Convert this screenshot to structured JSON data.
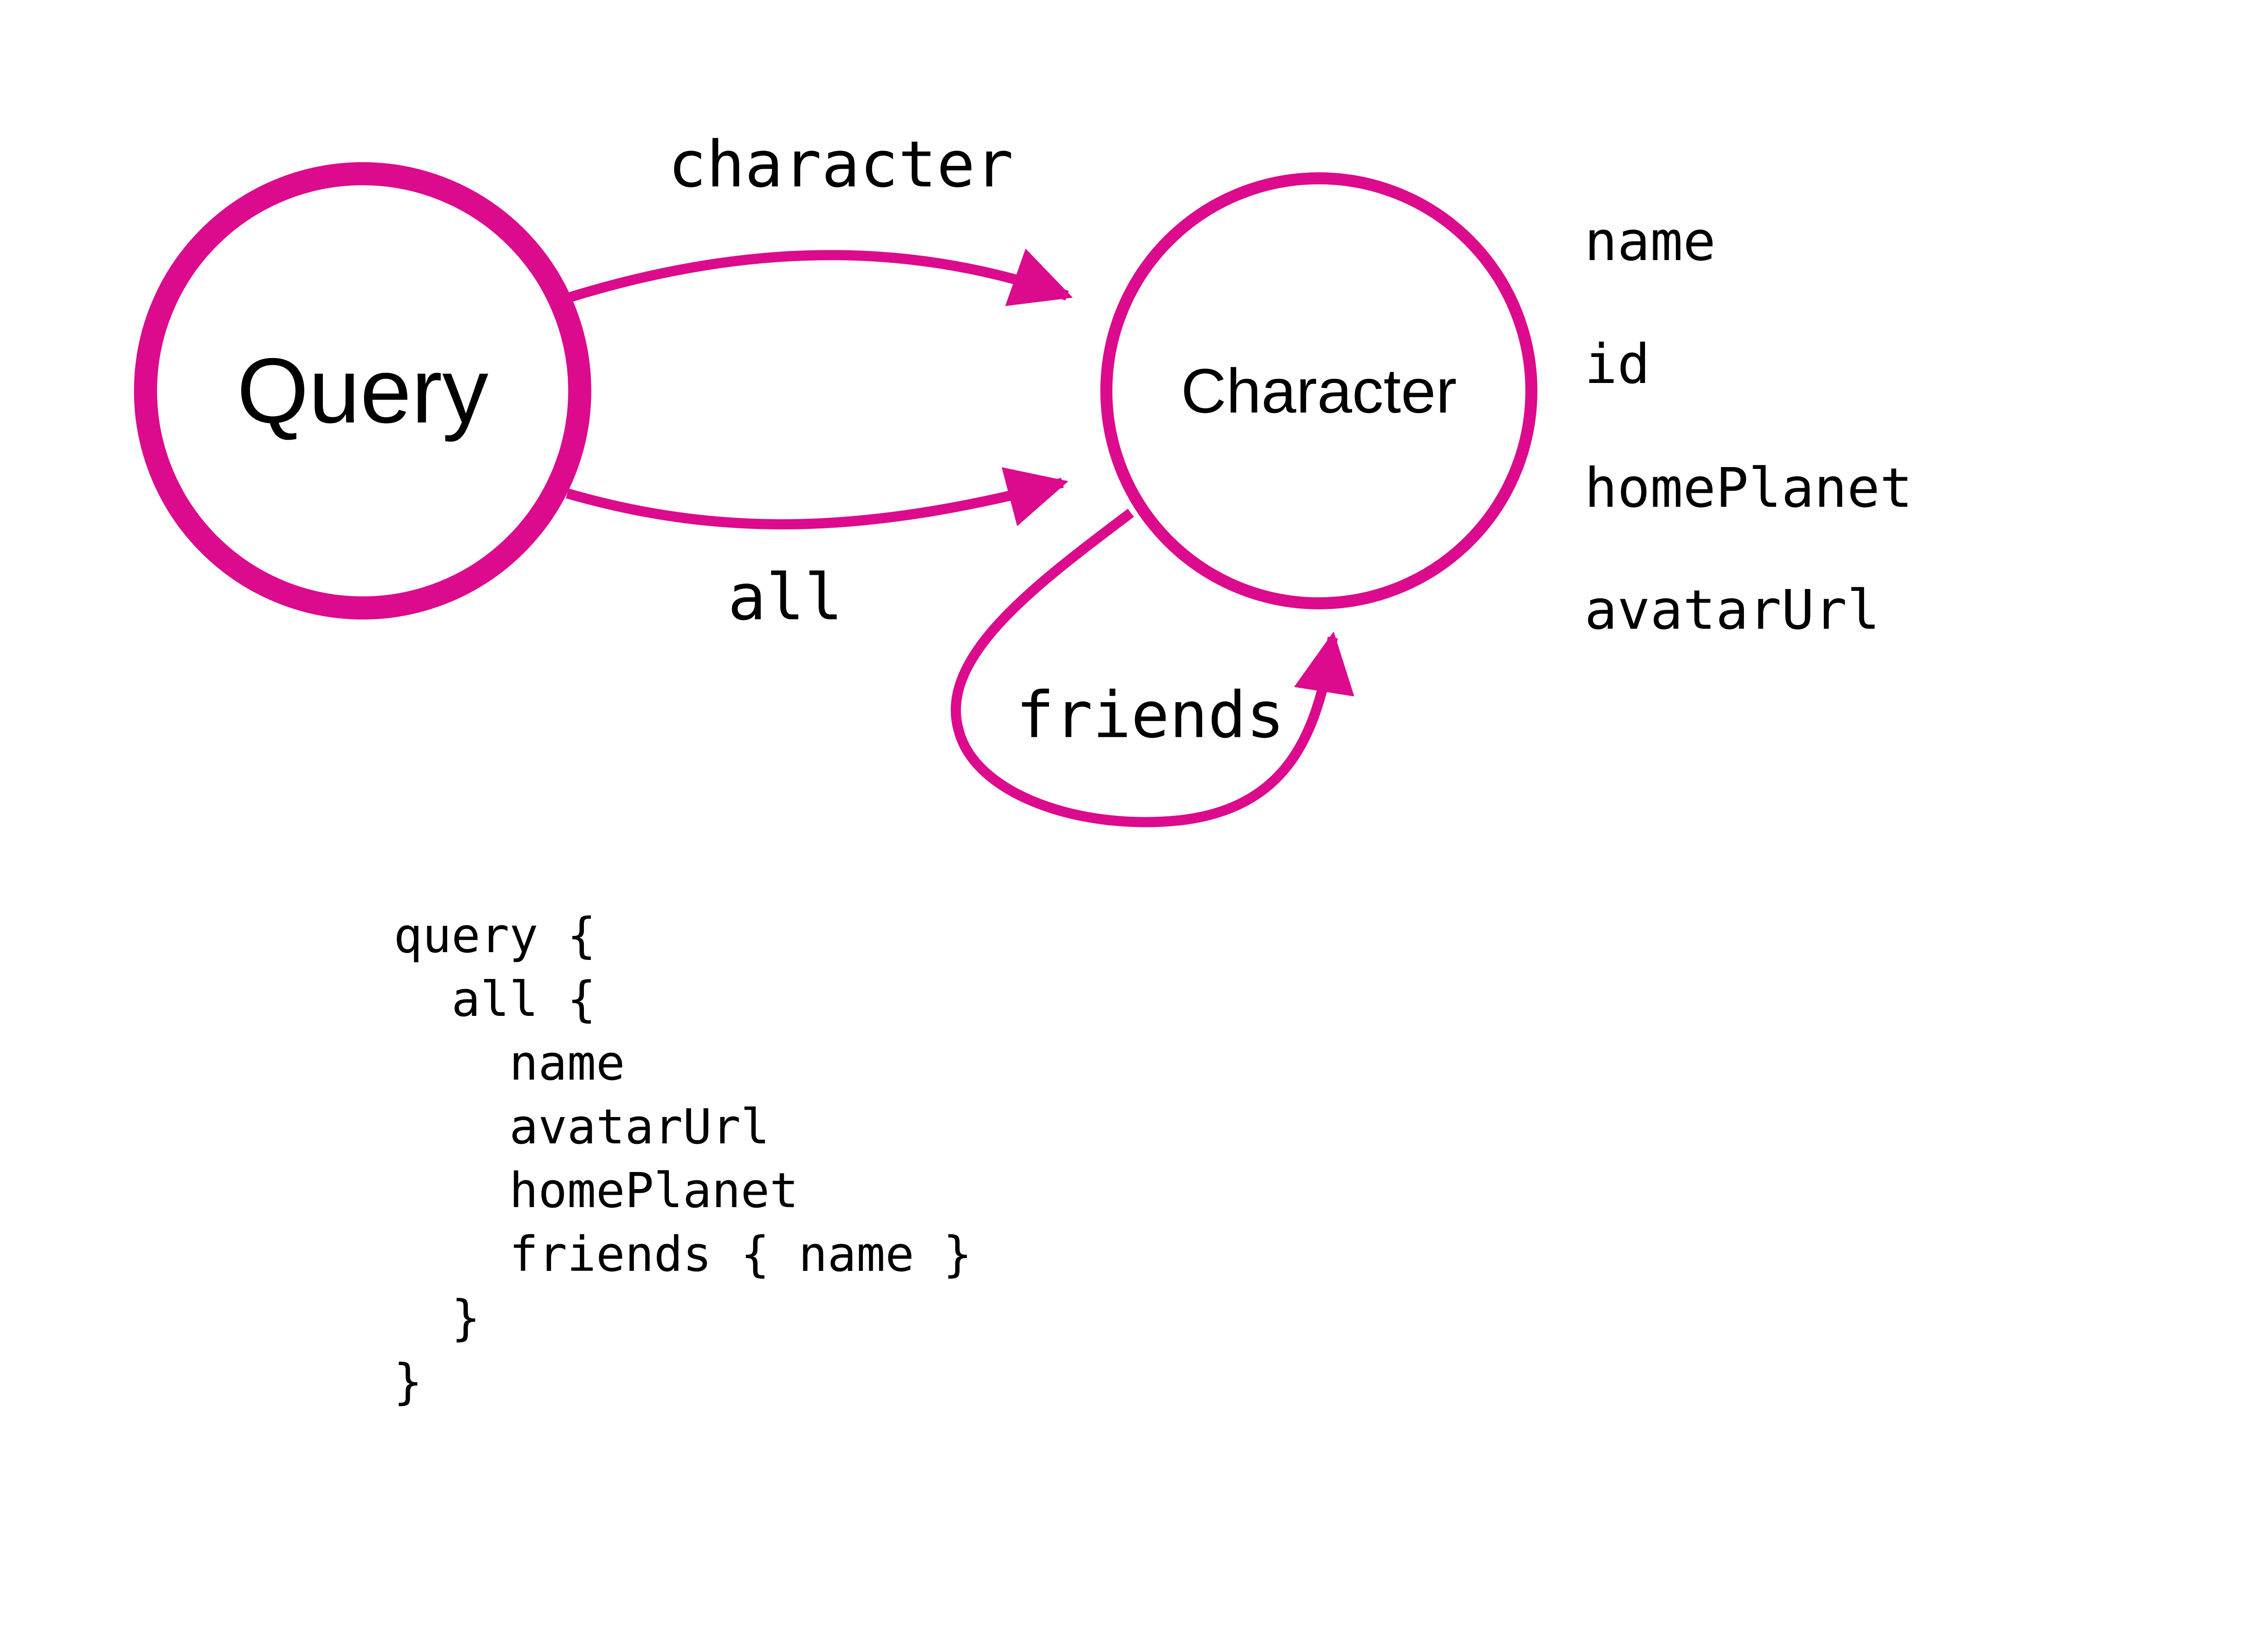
{
  "colors": {
    "accent": "#DC0A8C",
    "text": "#000000",
    "background": "#FFFFFF"
  },
  "nodes": {
    "query": {
      "label": "Query"
    },
    "character": {
      "label": "Character"
    }
  },
  "edges": {
    "character": {
      "label": "character"
    },
    "all": {
      "label": "all"
    },
    "friends": {
      "label": "friends"
    }
  },
  "fields": [
    "name",
    "id",
    "homePlanet",
    "avatarUrl"
  ],
  "code": {
    "lines": [
      "query {",
      "  all {",
      "    name",
      "    avatarUrl",
      "    homePlanet",
      "    friends { name }",
      "  }",
      "}"
    ]
  }
}
